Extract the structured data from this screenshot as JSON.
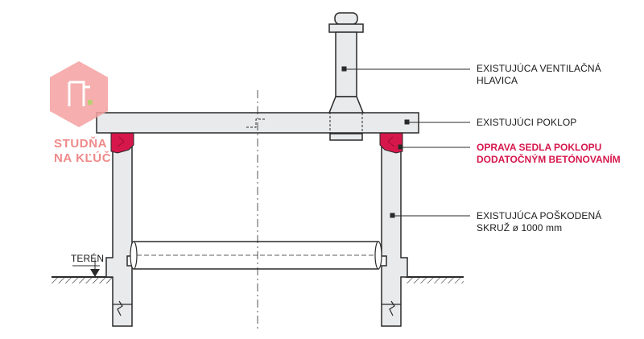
{
  "logo": {
    "line1": "STUDŇA",
    "line2": "NA KĽÚČ"
  },
  "labels": {
    "ventilation_line1": "EXISTUJÚCA VENTILAČNÁ",
    "ventilation_line2": "HLAVICA",
    "cover": "EXISTUJÚCI POKLOP",
    "repair_line1": "OPRAVA SEDLA POKLOPU",
    "repair_line2": "DODATOČNÝM BETÓNOVANÍM",
    "ring_line1": "EXISTUJÚCA POŠKODENÁ",
    "ring_line2": "SKRUŽ ø 1000 mm",
    "terrain": "TERÉN"
  },
  "colors": {
    "line": "#2a2a2a",
    "concrete": "#e8eaec",
    "repair": "#d6174c",
    "logo": "#f4a0a0"
  }
}
